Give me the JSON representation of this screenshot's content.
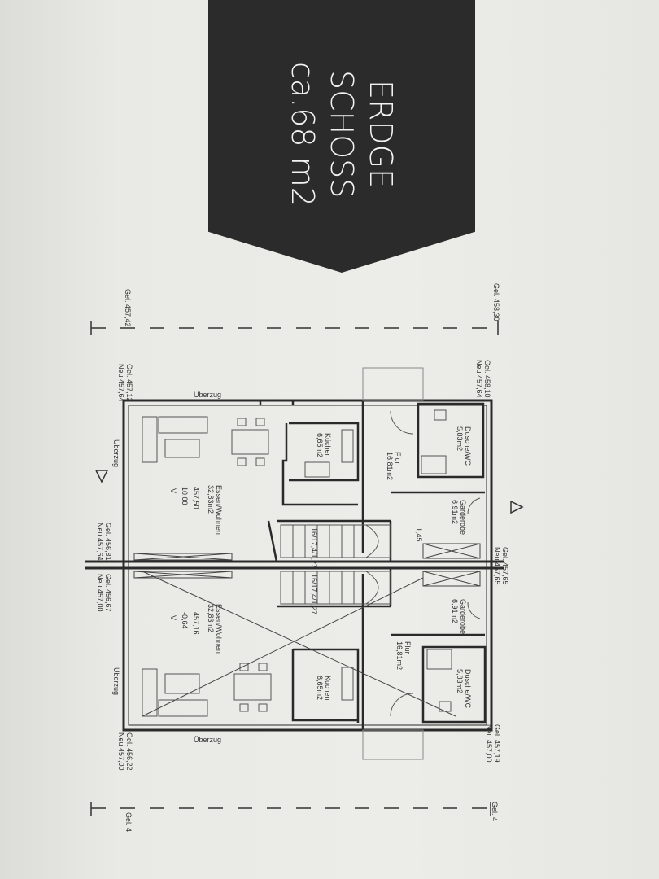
{
  "banner": {
    "line1": "ERDGE",
    "line2": "SCHOSS",
    "line3": "ca.68 m2"
  },
  "elevations": {
    "top_left": "Gel. 458,30",
    "top_left2": "Gel. 457,42",
    "ne_corner": "Gel. 458,10",
    "ne_corner_new": "Neu 457,64",
    "nw_corner": "Gel. 457,12",
    "nw_corner_new": "Neu 457,64",
    "mid_left": "Gel. 456,81",
    "mid_left_new": "Neu 457,64",
    "mid_left2": "Gel. 456,67",
    "mid_left2_new": "Neu 457,00",
    "mid_right": "Gel. 457,65",
    "mid_right_new": "Neu 457,65",
    "se_corner": "Gel. 457,19",
    "se_corner_new": "Neu 457,00",
    "sw_corner": "Gel. 456,22",
    "sw_corner_new": "Neu 457,00",
    "bottom_right": "Gel. 4",
    "bottom_left": "Gel. 4"
  },
  "rooms_upper": {
    "dusche": "Dusche/WC",
    "dusche_area": "5,83m2",
    "flur": "Flur",
    "flur_area": "16,81m2",
    "garderobe": "Garderobe",
    "garderobe_area": "6,91m2",
    "kuche": "Küchen",
    "kuche_area": "6,65m2",
    "essen": "Essen/Wohnen",
    "essen_area": "32,83m2",
    "level1": "457,50",
    "level2": "10,00",
    "level3": "V",
    "stairs": "16/17,4/1,27",
    "dim": "1,45"
  },
  "rooms_lower": {
    "dusche": "Dusche/WC",
    "dusche_area": "5,83m2",
    "flur": "Flur",
    "flur_area": "16,81m2",
    "garderobe": "Garderobe",
    "garderobe_area": "6,91m2",
    "kuche": "Kuchen",
    "kuche_area": "6,65m2",
    "essen": "Essen/Wohnen",
    "essen_area": "32,83m2",
    "level1": "457,16",
    "level2": "-0,64",
    "level3": "V",
    "stairs": "16/17,4/1,27"
  },
  "labels": {
    "ueberzug_top": "Überzug",
    "ueberzug_bottom": "Überzug",
    "ueberzug_left1": "Überzug",
    "ueberzug_left2": "Überzug"
  }
}
